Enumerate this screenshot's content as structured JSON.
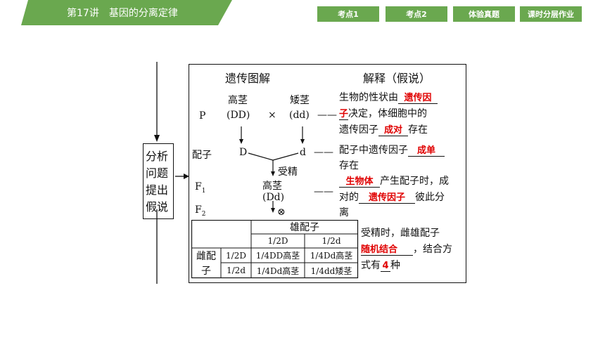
{
  "header": {
    "title": "第17讲　基因的分离定律",
    "nav": [
      "考点1",
      "考点2",
      "体验真题",
      "课时分层作业"
    ]
  },
  "flow": {
    "box": [
      "分析",
      "问题",
      "提出",
      "假说"
    ]
  },
  "diagram": {
    "head_left": "遗传图解",
    "head_right": "解释（假说）",
    "p_label": "P",
    "gamete_label": "配子",
    "f1_label": "F",
    "f1_sub": "1",
    "f2_label": "F",
    "f2_sub": "2",
    "parent1_name": "高茎",
    "parent1_geno": "(DD)",
    "cross": "×",
    "parent2_name": "矮茎",
    "parent2_geno": "(dd)",
    "gamete1": "D",
    "gamete2": "d",
    "fert": "受精",
    "f1_name": "高茎",
    "f1_geno": "(Dd)",
    "selfing": "⊗",
    "dash": "——"
  },
  "explain": {
    "e1_a": "生物的性状由",
    "e1_ans1": "遗传因",
    "e1_ans2": "子",
    "e1_b": "决定，体细胞中的",
    "e1_c": "遗传因子",
    "e1_ans3": "成对",
    "e1_d": "存在",
    "e2_a": "配子中遗传因子",
    "e2_ans": "成单",
    "e2_b": "存在",
    "e3_ans1": "生物体",
    "e3_a": "产生配子时，成",
    "e3_b": "对的",
    "e3_ans2": "遗传因子",
    "e3_c": "彼此分",
    "e3_d": "离",
    "e4_a": "受精时，雌雄配子",
    "e4_ans1": "随机结合",
    "e4_b": "，结合方",
    "e4_c": "式有",
    "e4_ans2": "4",
    "e4_d": "种"
  },
  "punnett": {
    "male_header": "雄配子",
    "female_header_1": "雌配",
    "female_header_2": "子",
    "male_gametes": [
      "1/2D",
      "1/2d"
    ],
    "female_gametes": [
      "1/2D",
      "1/2d"
    ],
    "cells": [
      [
        "1/4DD高茎",
        "1/4Dd高茎"
      ],
      [
        "1/4Dd高茎",
        "1/4dd矮茎"
      ]
    ]
  },
  "colors": {
    "header_green": "#6aa84f",
    "answer_red": "#e00000"
  }
}
